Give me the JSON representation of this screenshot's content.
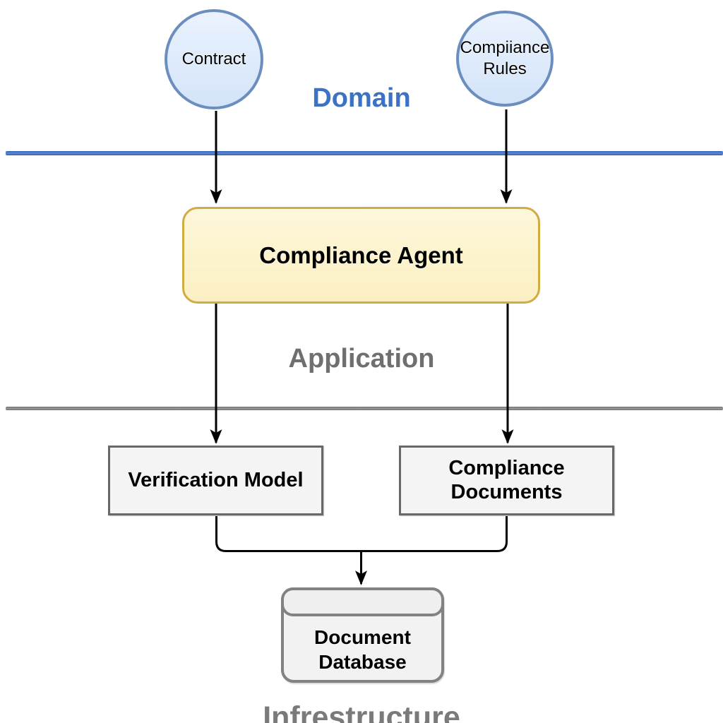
{
  "layers": {
    "domain": {
      "label": "Domain",
      "color": "#3c72c4"
    },
    "application": {
      "label": "Application",
      "color": "#6f6f6f"
    },
    "infrastructure": {
      "label": "Infrestructure",
      "color": "#7a7a7a"
    }
  },
  "nodes": {
    "contract": {
      "label": "Contract",
      "fill": "#d9e8fb",
      "border": "#6c8ebf"
    },
    "compliance_rules": {
      "label": "Compiiance Rules",
      "fill": "#d9e8fb",
      "border": "#6c8ebf"
    },
    "compliance_agent": {
      "label": "Compliance Agent",
      "fill": "#fcf2cd",
      "border": "#d0ac44"
    },
    "verification_model": {
      "label": "Verification Model",
      "fill": "#f4f4f4",
      "border": "#686868"
    },
    "compliance_documents": {
      "label": "Compliance Documents",
      "fill": "#f4f4f4",
      "border": "#686868"
    },
    "document_database": {
      "label": "Document Database",
      "fill": "#f2f2f2",
      "border": "#828282"
    }
  },
  "separators": {
    "domain_application_color": "#3a6fc0",
    "application_infrastructure_color": "#8b8b8b"
  },
  "connectors": {
    "color": "#000000"
  }
}
